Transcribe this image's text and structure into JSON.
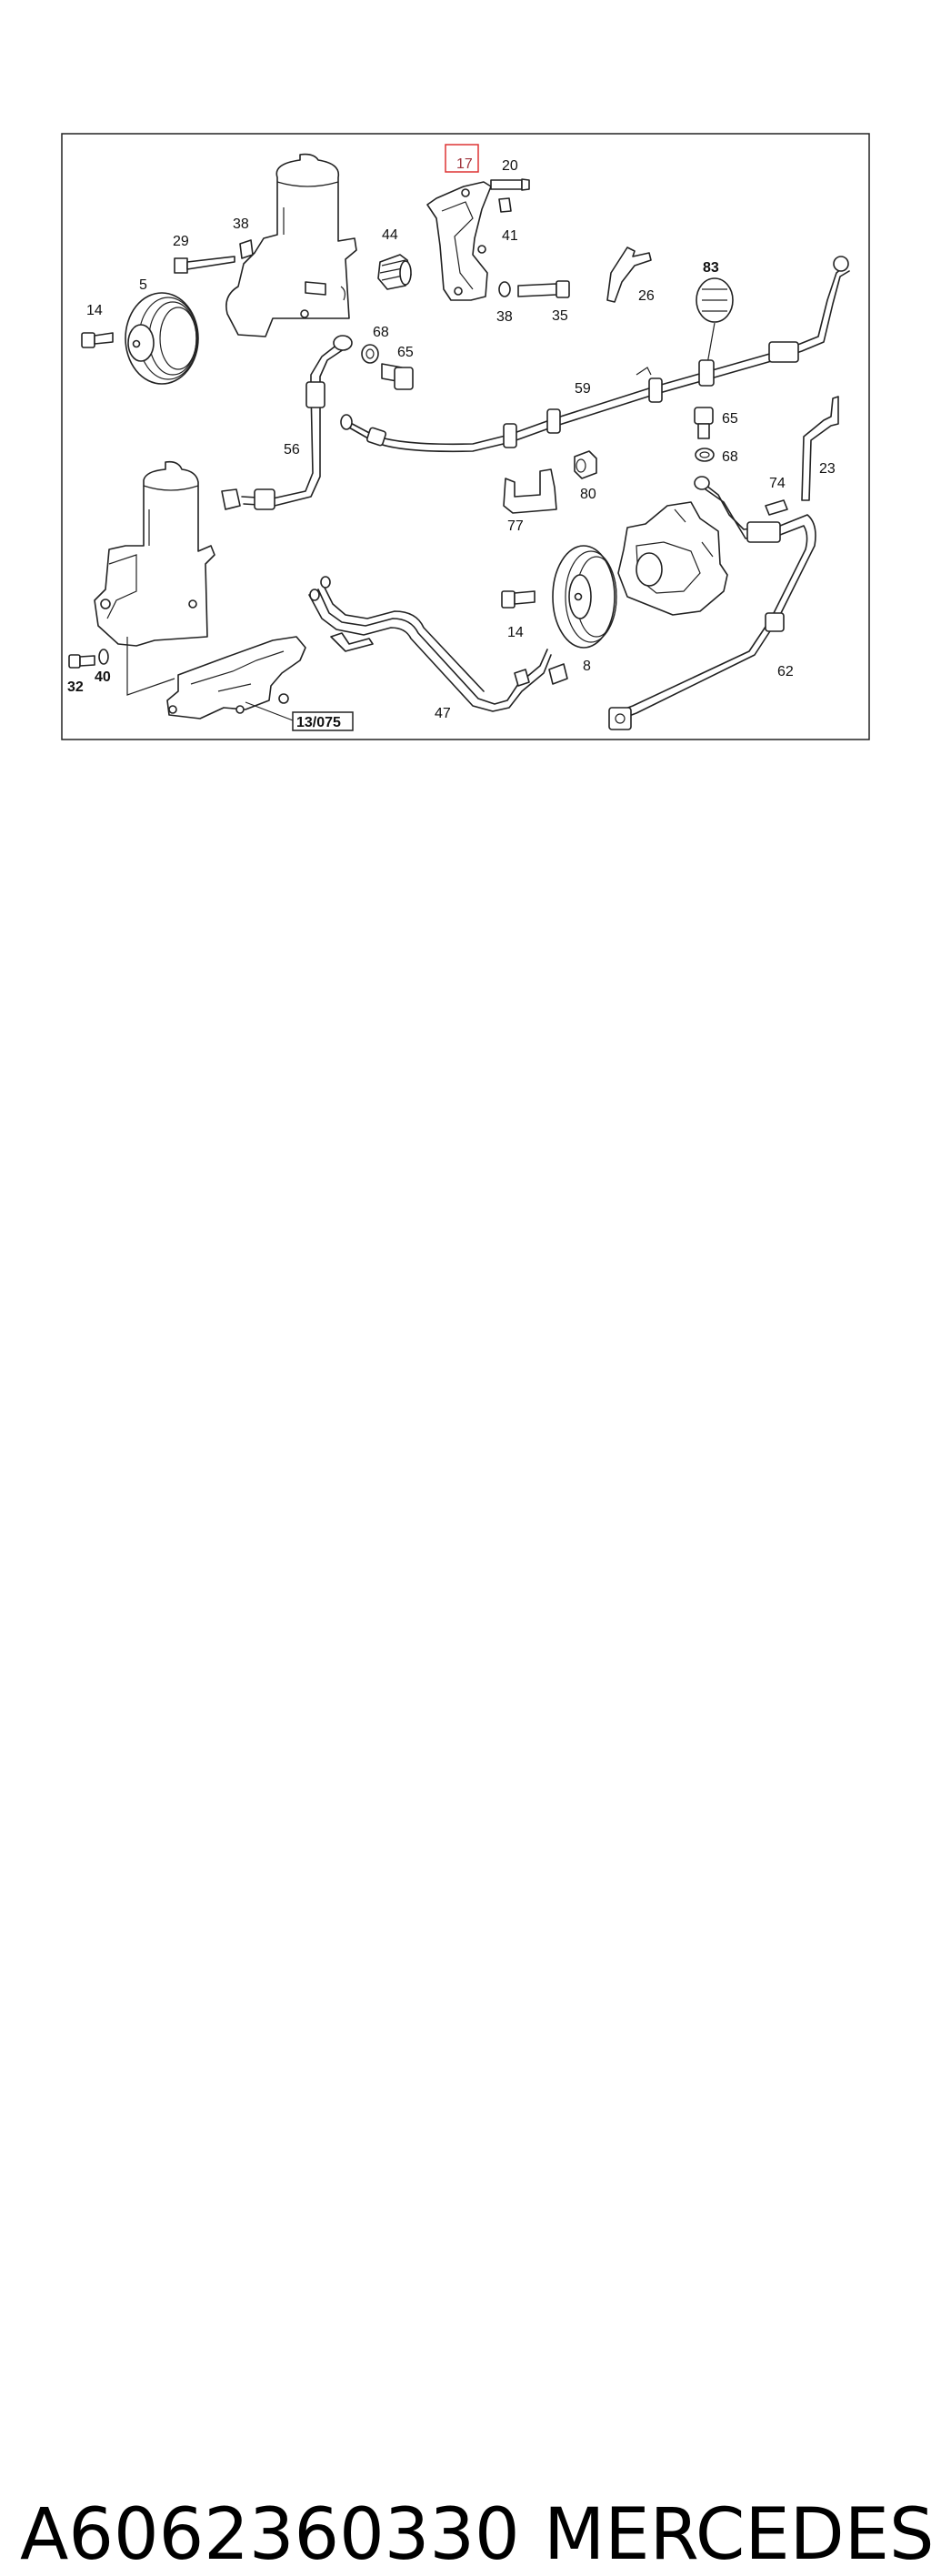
{
  "diagram": {
    "highlighted_label": "17",
    "labels": {
      "l17": "17",
      "l20": "20",
      "l41": "41",
      "l38a": "38",
      "l29": "29",
      "l44": "44",
      "l5": "5",
      "l14a": "14",
      "l68a": "68",
      "l65a": "65",
      "l38b": "38",
      "l35": "35",
      "l26": "26",
      "l83": "83",
      "l59": "59",
      "l56": "56",
      "l65b": "65",
      "l68b": "68",
      "l23": "23",
      "l74": "74",
      "l80": "80",
      "l77": "77",
      "l14b": "14",
      "l8": "8",
      "l62": "62",
      "l47": "47",
      "l32": "32",
      "l40": "40",
      "ref": "13/075"
    },
    "colors": {
      "line": "#222222",
      "highlight": "#a0343c"
    }
  },
  "caption": {
    "part_number": "A6062360330",
    "brand": "MERCEDES"
  }
}
